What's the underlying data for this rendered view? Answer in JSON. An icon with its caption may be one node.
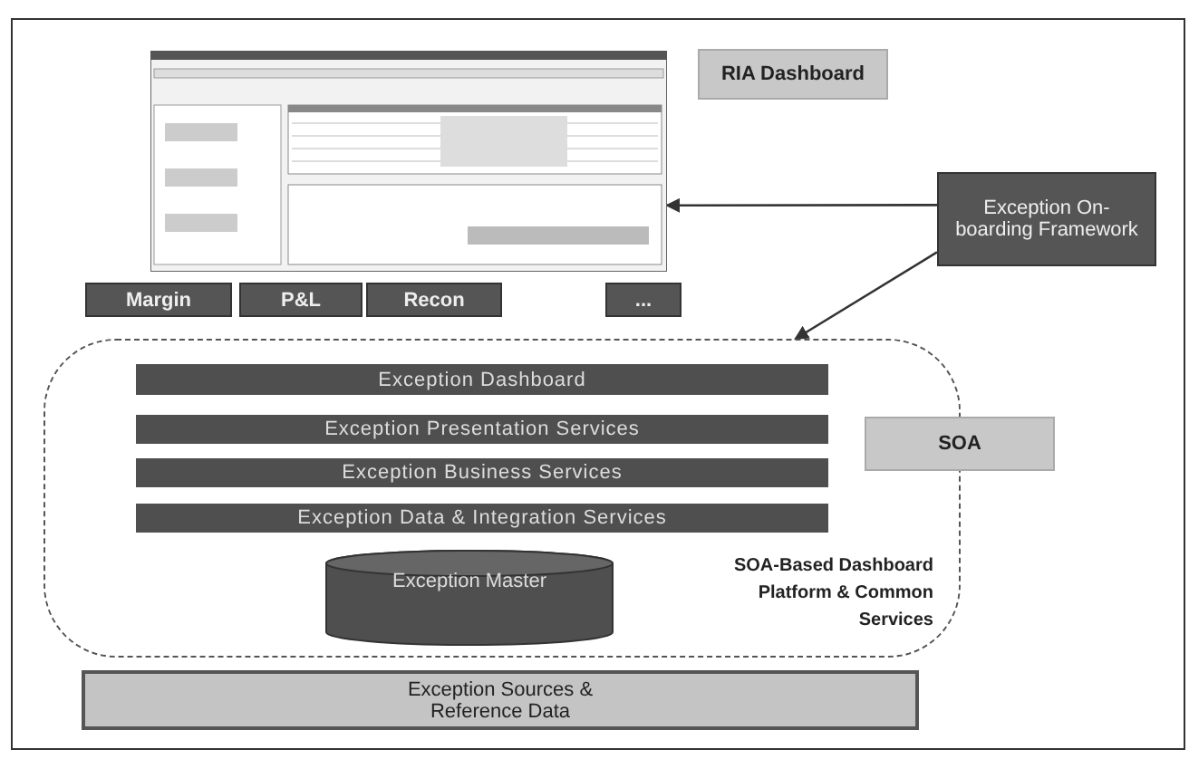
{
  "diagram": {
    "nodes": [
      {
        "text": [],
        "shape": "picture"
      },
      {
        "text": [
          "RIA Dashboard"
        ]
      },
      {
        "text": [
          "Margin"
        ]
      },
      {
        "text": [
          "P&L"
        ]
      },
      {
        "text": [
          "Recon"
        ]
      },
      {
        "text": [
          "..."
        ]
      },
      {
        "text": [
          "Exception On-boarding Framework"
        ]
      },
      {
        "text": [
          "SOA-Based Dashboard Platform & Common Services"
        ]
      },
      {
        "text": [
          "Exception Dashboard"
        ],
        "in": 7
      },
      {
        "text": [
          "Exception Presentation Services"
        ],
        "in": 7
      },
      {
        "text": [
          "Exception Business Services"
        ],
        "in": 7
      },
      {
        "text": [
          "Exception Data & Integration Services"
        ],
        "in": 7
      },
      {
        "text": [
          "Exception Master"
        ],
        "in": 7
      },
      {
        "text": [
          "SOA"
        ]
      },
      {
        "text": [
          "Exception Sources & Reference Data"
        ]
      }
    ],
    "edges": [
      {
        "from": 6,
        "to": 0,
        "arrow": "to"
      },
      {
        "from": 6,
        "to": 7,
        "arrow": "to"
      }
    ]
  }
}
